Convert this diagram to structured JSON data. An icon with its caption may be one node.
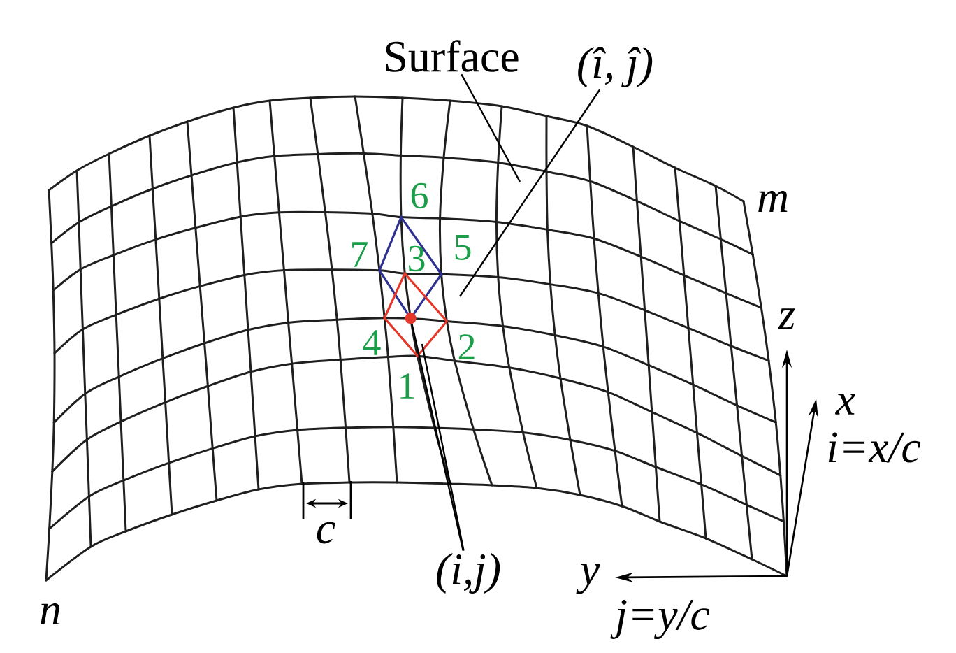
{
  "diagram": {
    "nodes": [
      {
        "text": [
          "Surface"
        ]
      },
      {
        "text": [
          "(î, ĵ)"
        ]
      },
      {
        "text": [
          "(i,j)"
        ]
      },
      {
        "text": [],
        "shape": "circle"
      }
    ],
    "edges": [
      {
        "from": 0,
        "to": null,
        "arrow": "none"
      },
      {
        "from": 1,
        "to": null,
        "arrow": "none"
      },
      {
        "from": 2,
        "to": 3,
        "arrow": "none"
      },
      {
        "from": 2,
        "to": null,
        "arrow": "none"
      }
    ],
    "labels": [
      "6",
      "m",
      "7",
      "3",
      "5",
      "z",
      "4",
      "2",
      "1",
      "x",
      "i=x/c",
      "c",
      "y",
      "n",
      "j=y/c"
    ]
  }
}
